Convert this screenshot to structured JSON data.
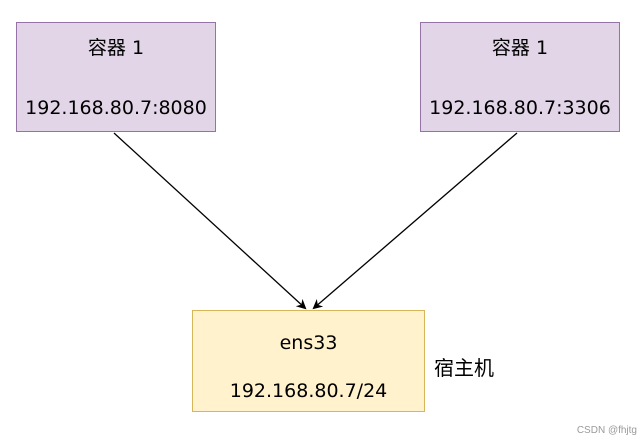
{
  "nodes": {
    "container_left": {
      "title": "容器 1",
      "address": "192.168.80.7:8080",
      "fill": "#e1d5e7",
      "stroke": "#9673a6"
    },
    "container_right": {
      "title": "容器 1",
      "address": "192.168.80.7:3306",
      "fill": "#e1d5e7",
      "stroke": "#9673a6"
    },
    "host": {
      "interface": "ens33",
      "address": "192.168.80.7/24",
      "fill": "#fff2cc",
      "stroke": "#d6b656"
    }
  },
  "host_label": "宿主机",
  "watermark": "CSDN @fhjtg",
  "edges": [
    {
      "from": "container_left",
      "to": "host"
    },
    {
      "from": "container_right",
      "to": "host"
    }
  ]
}
